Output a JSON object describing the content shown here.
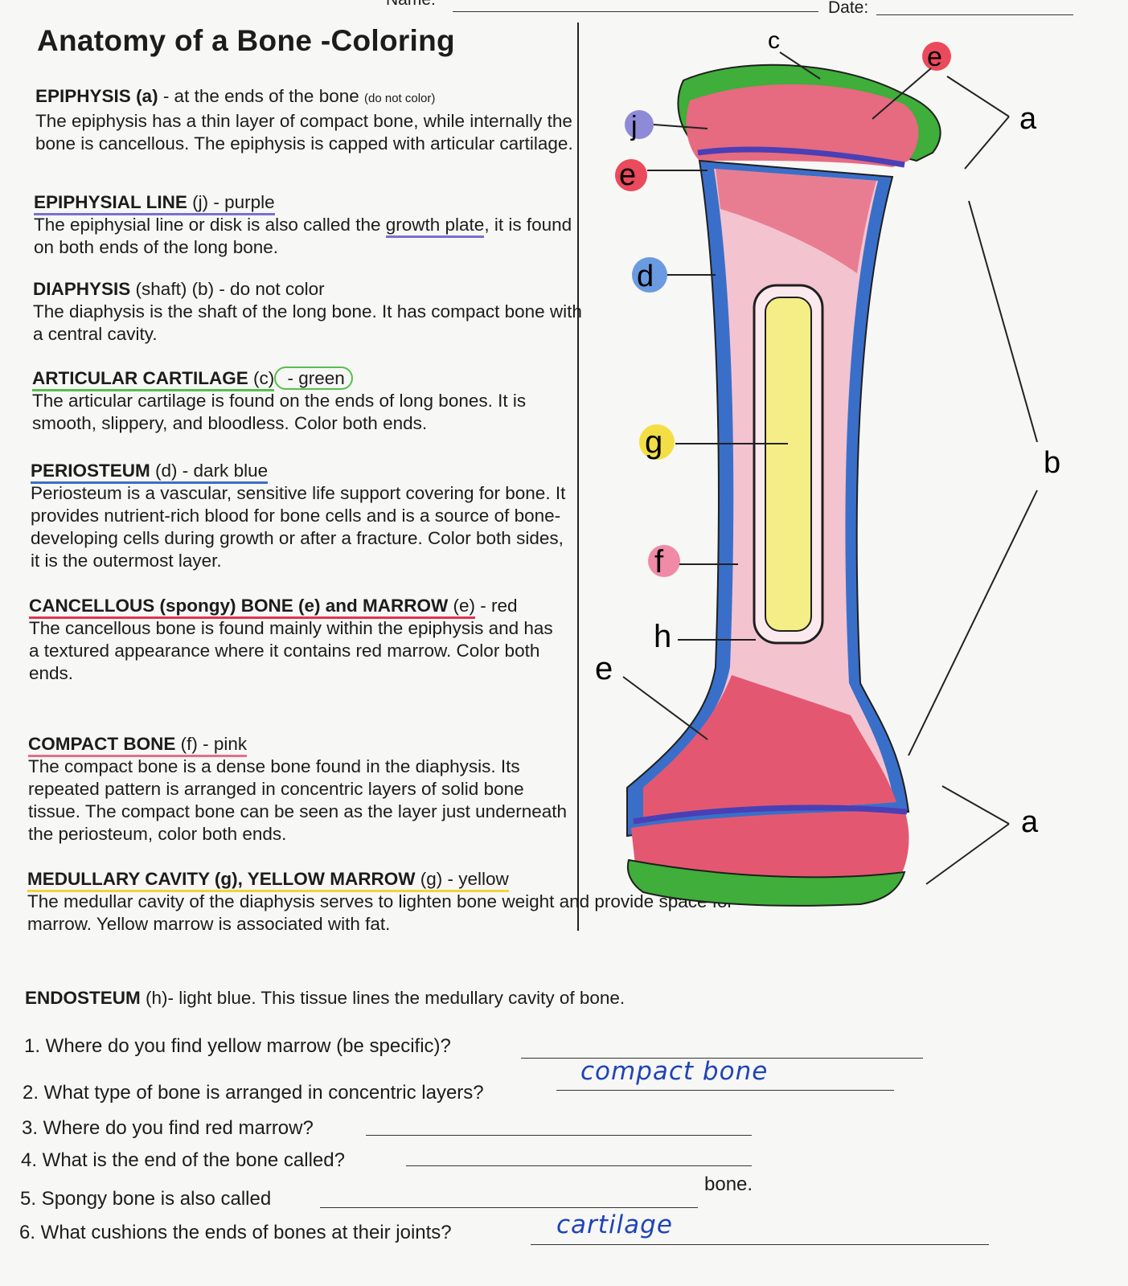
{
  "header": {
    "name_label": "Name:",
    "date_label": "Date:"
  },
  "title": "Anatomy of a Bone -Coloring",
  "sections": [
    {
      "term": "EPIPHYSIS",
      "code": "(a)",
      "instruction": " - at the ends of the bone ",
      "note": "(do not color)",
      "body": "The epiphysis has a thin layer of compact bone, while internally the bone is cancellous. The epiphysis is capped with articular cartilage."
    },
    {
      "term": "EPIPHYSIAL LINE",
      "code": "(j)",
      "instruction": " - purple",
      "body_before": "The epiphysial line or disk is also called the ",
      "body_highlight": "growth plate",
      "body_after": ", it is found on both ends of the long bone."
    },
    {
      "term": "DIAPHYSIS",
      "code": "(shaft) (b)",
      "instruction": " - do not color",
      "body": "The diaphysis is the shaft of the long bone. It has compact bone with a central cavity."
    },
    {
      "term": "ARTICULAR CARTILAGE",
      "code": "(c)",
      "instruction": " - green",
      "body": "The articular cartilage is found on the ends of long bones. It is smooth, slippery, and bloodless. Color both ends."
    },
    {
      "term": "PERIOSTEUM",
      "code": "(d)",
      "instruction": " - dark blue",
      "body": "Periosteum is a vascular, sensitive life support covering for bone. It provides nutrient-rich blood for bone cells and is a source of bone-developing cells during growth or after a fracture. Color both sides, it is the outermost layer."
    },
    {
      "term": "CANCELLOUS (spongy) BONE (e) and MARROW",
      "code": "(e)",
      "instruction": " - red",
      "body": "The cancellous bone is found mainly within the epiphysis and has a textured appearance where it contains red marrow. Color both ends."
    },
    {
      "term": "COMPACT BONE",
      "code": "(f)",
      "instruction": " - pink",
      "body": "The compact bone is a dense bone found in the diaphysis. Its repeated pattern is arranged in concentric layers of solid bone tissue. The compact bone can be seen as the layer just underneath the periosteum, color both ends."
    },
    {
      "term": "MEDULLARY CAVITY (g), YELLOW MARROW",
      "code": "(g)",
      "instruction": " - yellow",
      "body": "The medullar cavity of the diaphysis serves to lighten bone weight and provide space for marrow. Yellow marrow is associated with fat."
    },
    {
      "term": "ENDOSTEUM",
      "code": "(h)",
      "instruction": "- light blue. This tissue lines the medullary cavity of bone."
    }
  ],
  "diagram_labels": {
    "c": "c",
    "e_top": "e",
    "a_top": "a",
    "j": "j",
    "e_mid": "e",
    "d": "d",
    "g": "g",
    "b": "b",
    "f": "f",
    "h": "h",
    "e_low": "e",
    "a_bottom": "a"
  },
  "diagram_colors": {
    "cartilage": "#3fae3a",
    "periosteum": "#3a6fc9",
    "epiphysial_line": "#4a3fb5",
    "spongy": "#e0586e",
    "compact": "#f4c3d0",
    "marrow": "#f5ee86",
    "label_e": "#ea4a5c",
    "label_j": "#8e8ad8",
    "label_d": "#6a9be0",
    "label_g": "#f3df45",
    "label_f": "#f08aa6"
  },
  "questions": [
    {
      "text": "1. Where do you find yellow marrow (be specific)?",
      "answer": ""
    },
    {
      "text": "2. What type of bone is arranged in concentric layers?",
      "answer": "compact bone"
    },
    {
      "text": "3. Where do you find red marrow?",
      "answer": ""
    },
    {
      "text": "4. What is the end of the bone called?",
      "answer": ""
    },
    {
      "text": "5. Spongy bone is also called",
      "answer": "",
      "suffix": "bone."
    },
    {
      "text": "6. What cushions the ends of bones at their joints?",
      "answer": "cartilage"
    }
  ]
}
